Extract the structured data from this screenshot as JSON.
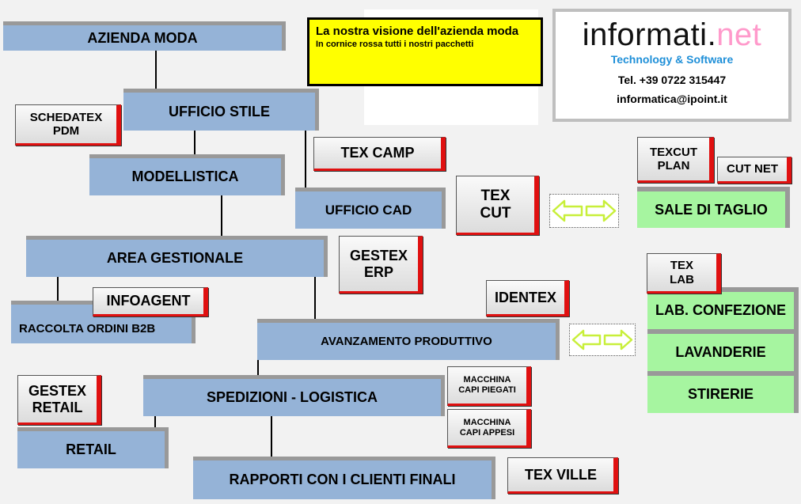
{
  "departments": {
    "azienda_moda": "AZIENDA MODA",
    "ufficio_stile": "UFFICIO  STILE",
    "modellistica": "MODELLISTICA",
    "ufficio_cad": "UFFICIO CAD",
    "area_gestionale": "AREA GESTIONALE",
    "raccolta_ordini": "RACCOLTA ORDINI  B2B",
    "avanzamento": "AVANZAMENTO PRODUTTIVO",
    "spedizioni": "SPEDIZIONI - LOGISTICA",
    "retail": "RETAIL",
    "rapporti": "RAPPORTI CON I CLIENTI FINALI"
  },
  "green_areas": {
    "sale_taglio": "SALE DI TAGLIO",
    "lab_confezione": "LAB. CONFEZIONE",
    "lavanderie": "LAVANDERIE",
    "stirerie": "STIRERIE"
  },
  "products": {
    "schedatex": "SCHEDATEX\nPDM",
    "tex_camp": "TEX CAMP",
    "tex_cut": "TEX\nCUT",
    "texcut_plan": "TEXCUT\nPLAN",
    "cut_net": "CUT NET",
    "gestex_erp": "GESTEX\nERP",
    "tex_lab": "TEX\nLAB",
    "infoagent": "INFOAGENT",
    "identex": "IDENTEX",
    "gestex_retail": "GESTEX\nRETAIL",
    "macchina_piegati": "MACCHINA\nCAPI PIEGATI",
    "macchina_appesi": "MACCHINA\nCAPI APPESI",
    "tex_ville": "TEX  VILLE"
  },
  "note": {
    "title": "La nostra visione dell'azienda moda",
    "subtitle": "In cornice rossa tutti i nostri pacchetti"
  },
  "logo": {
    "brand_main": "informati.",
    "brand_suffix": "net",
    "tagline": "Technology & Software",
    "phone": "Tel. +39  0722  315447",
    "email": "informatica@ipoint.it"
  },
  "colors": {
    "department": "#95b3d7",
    "green_area": "#a6f5a0",
    "product_edge": "#e01010",
    "note_bg": "#ffff00",
    "arrow": "#c8ef3a"
  }
}
